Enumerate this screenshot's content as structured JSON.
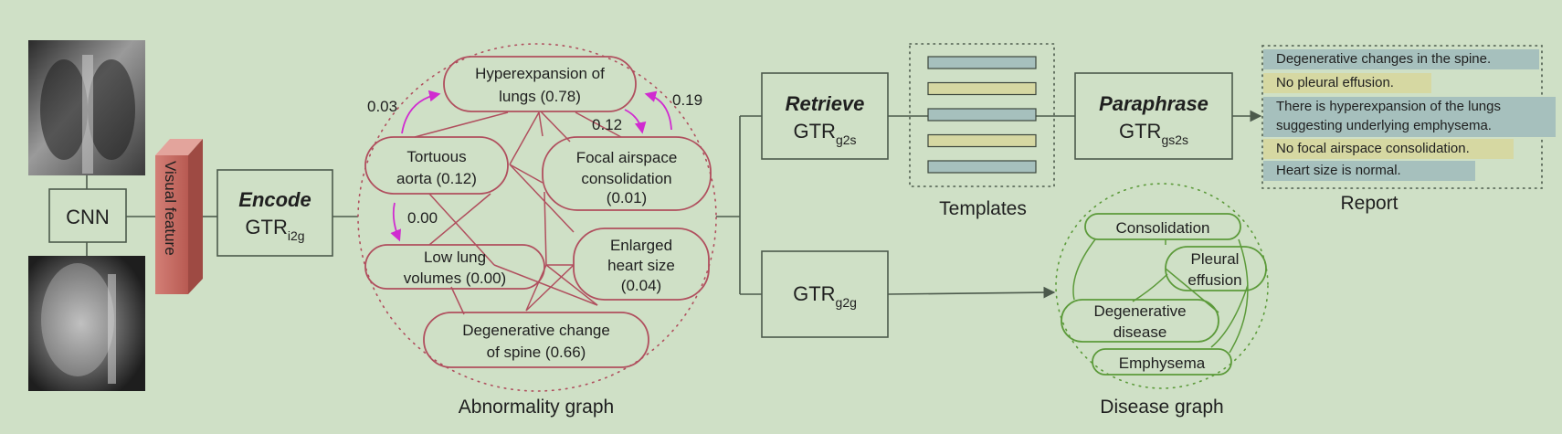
{
  "colors": {
    "background": "#cfe0c6",
    "abnormality": "#b04f5e",
    "disease": "#5c9a3a",
    "arrow_magenta": "#d02bd0",
    "feature_block": "#c76c65",
    "template_blue": "#a6c0bd",
    "template_yellow": "#d6d8a2"
  },
  "cnn": {
    "label": "CNN"
  },
  "visual_feature": {
    "label": "Visual feature"
  },
  "encode": {
    "title": "Encode",
    "module": "GTR",
    "sub": "i2g"
  },
  "abnormality_graph": {
    "caption": "Abnormality graph",
    "nodes": {
      "hyperexpansion": [
        "Hyperexpansion of",
        "lungs (0.78)"
      ],
      "tortuous": [
        "Tortuous",
        "aorta (0.12)"
      ],
      "focal": [
        "Focal airspace",
        "consolidation",
        "(0.01)"
      ],
      "lowlung": [
        "Low lung",
        "volumes (0.00)"
      ],
      "enlarged": [
        "Enlarged",
        "heart size",
        "(0.04)"
      ],
      "degenerative": [
        "Degenerative change",
        "of spine (0.66)"
      ]
    },
    "weights": {
      "w1": "0.03",
      "w2": "0.12",
      "w3": "0.19",
      "w4": "0.00"
    }
  },
  "retrieve": {
    "title": "Retrieve",
    "module": "GTR",
    "sub": "g2s"
  },
  "g2g": {
    "module": "GTR",
    "sub": "g2g"
  },
  "templates": {
    "caption": "Templates",
    "bars": [
      "blue",
      "yellow",
      "blue",
      "yellow",
      "blue"
    ]
  },
  "paraphrase": {
    "title": "Paraphrase",
    "module": "GTR",
    "sub": "gs2s"
  },
  "report": {
    "caption": "Report",
    "lines": [
      {
        "text": "Degenerative changes in the spine.",
        "color": "blue"
      },
      {
        "text": "No pleural effusion.",
        "color": "yellow"
      },
      {
        "text": "There is hyperexpansion of the lungs suggesting underlying emphysema.",
        "color": "blue"
      },
      {
        "text": "No focal airspace consolidation.",
        "color": "yellow"
      },
      {
        "text": "Heart size is normal.",
        "color": "blue"
      }
    ]
  },
  "disease_graph": {
    "caption": "Disease graph",
    "nodes": {
      "consolidation": [
        "Consolidation"
      ],
      "pleural": [
        "Pleural",
        "effusion"
      ],
      "degenerative": [
        "Degenerative",
        "disease"
      ],
      "emphysema": [
        "Emphysema"
      ]
    }
  }
}
